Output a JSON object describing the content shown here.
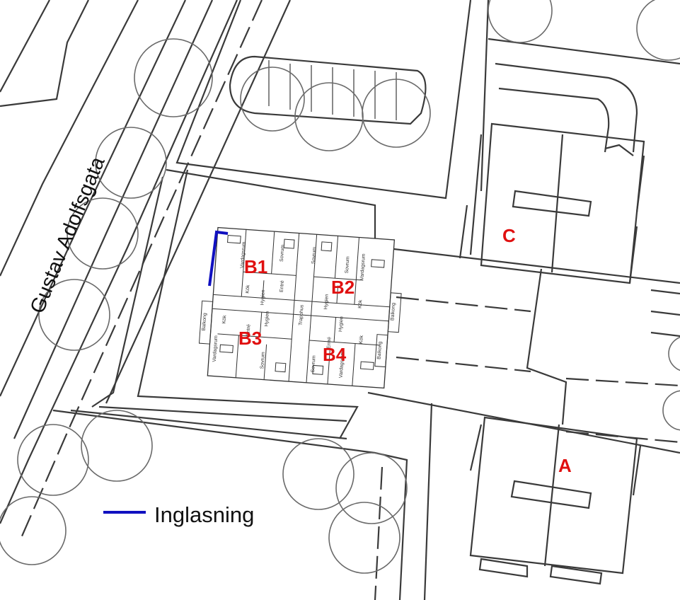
{
  "map": {
    "street_name": "Gustav Adolfsgata",
    "buildings": [
      {
        "id": "b1",
        "label": "B1"
      },
      {
        "id": "b2",
        "label": "B2"
      },
      {
        "id": "b3",
        "label": "B3"
      },
      {
        "id": "b4",
        "label": "B4"
      },
      {
        "id": "a",
        "label": "A"
      },
      {
        "id": "c",
        "label": "C"
      }
    ],
    "room_labels": {
      "sovrum": "Sovrum",
      "kok": "Kök",
      "vardagsrum": "Vardagsrum",
      "hygien": "Hygien",
      "entre": "Entré",
      "trapphus": "Trapphus",
      "balkong": "Balkong"
    },
    "legend": {
      "label": "Inglasning",
      "color": "#1010c0"
    },
    "colors": {
      "building_label": "#e01010",
      "linework": "#3a3a3a"
    }
  }
}
